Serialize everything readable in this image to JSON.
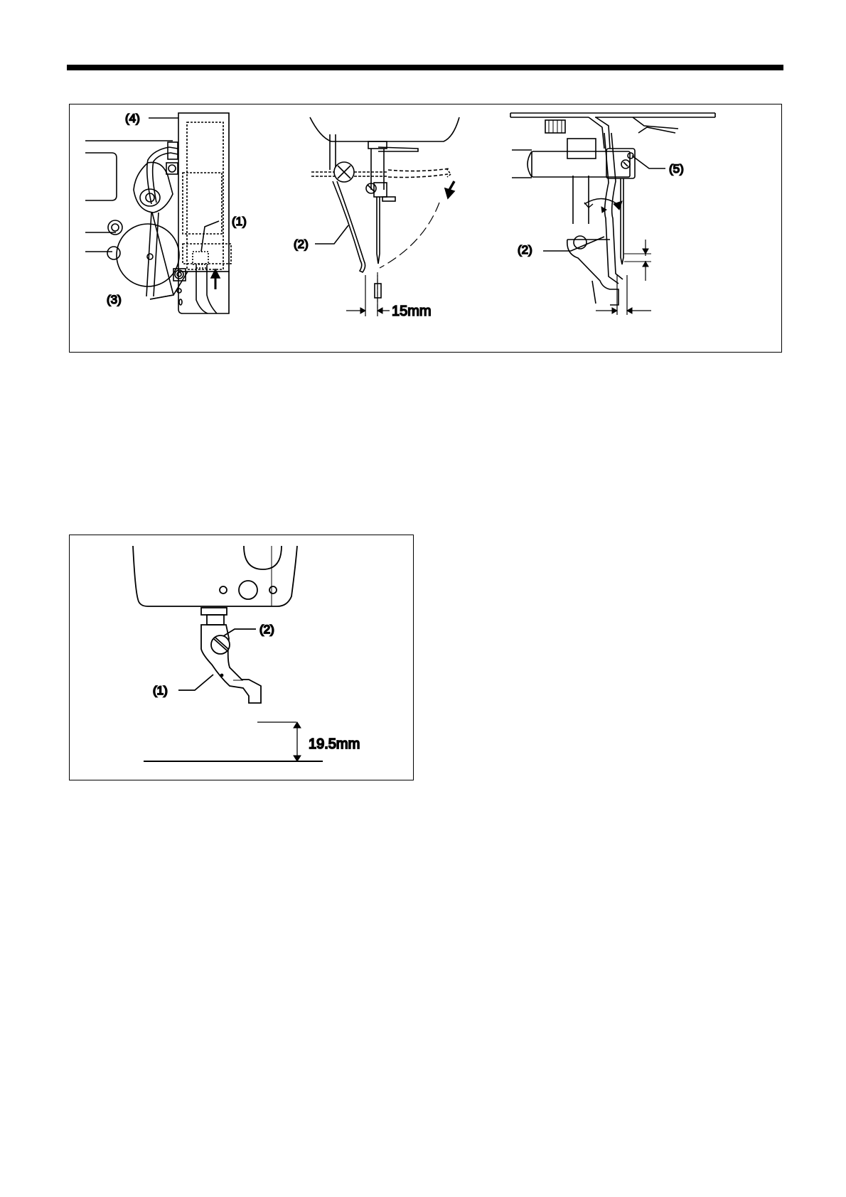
{
  "figure1": {
    "panel_a": {
      "label_4": "(4)",
      "label_1": "(1)",
      "label_3": "(3)"
    },
    "panel_b": {
      "label_2": "(2)",
      "measurement": "15mm"
    },
    "panel_c": {
      "label_2": "(2)",
      "label_5": "(5)"
    }
  },
  "figure2": {
    "label_2": "(2)",
    "label_1": "(1)",
    "measurement": "19.5mm"
  }
}
